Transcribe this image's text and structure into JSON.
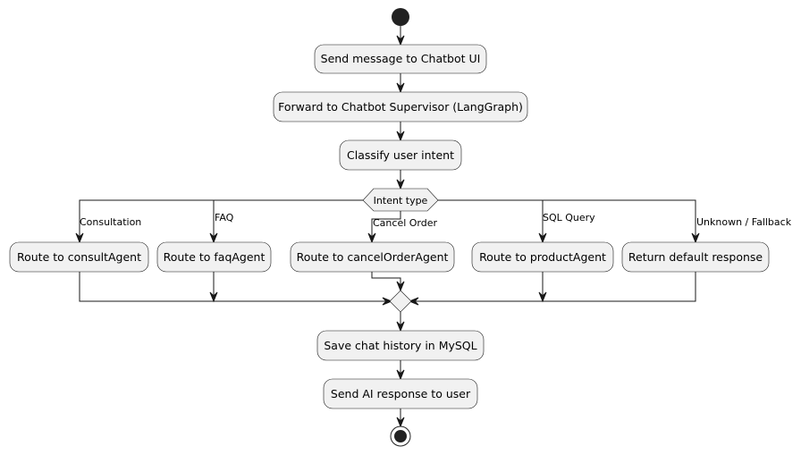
{
  "diagram": {
    "nodes": {
      "send_message": "Send message to Chatbot UI",
      "forward": "Forward to Chatbot Supervisor (LangGraph)",
      "classify": "Classify user intent",
      "route_consult": "Route to consultAgent",
      "route_faq": "Route to faqAgent",
      "route_cancel": "Route to cancelOrderAgent",
      "route_product": "Route to productAgent",
      "return_default": "Return default response",
      "save_history": "Save chat history in MySQL",
      "send_response": "Send AI response to user"
    },
    "decision": {
      "label": "Intent type"
    },
    "branches": {
      "consultation": "Consultation",
      "faq": "FAQ",
      "cancel_order": "Cancel Order",
      "sql_query": "SQL Query",
      "unknown": "Unknown / Fallback"
    }
  }
}
